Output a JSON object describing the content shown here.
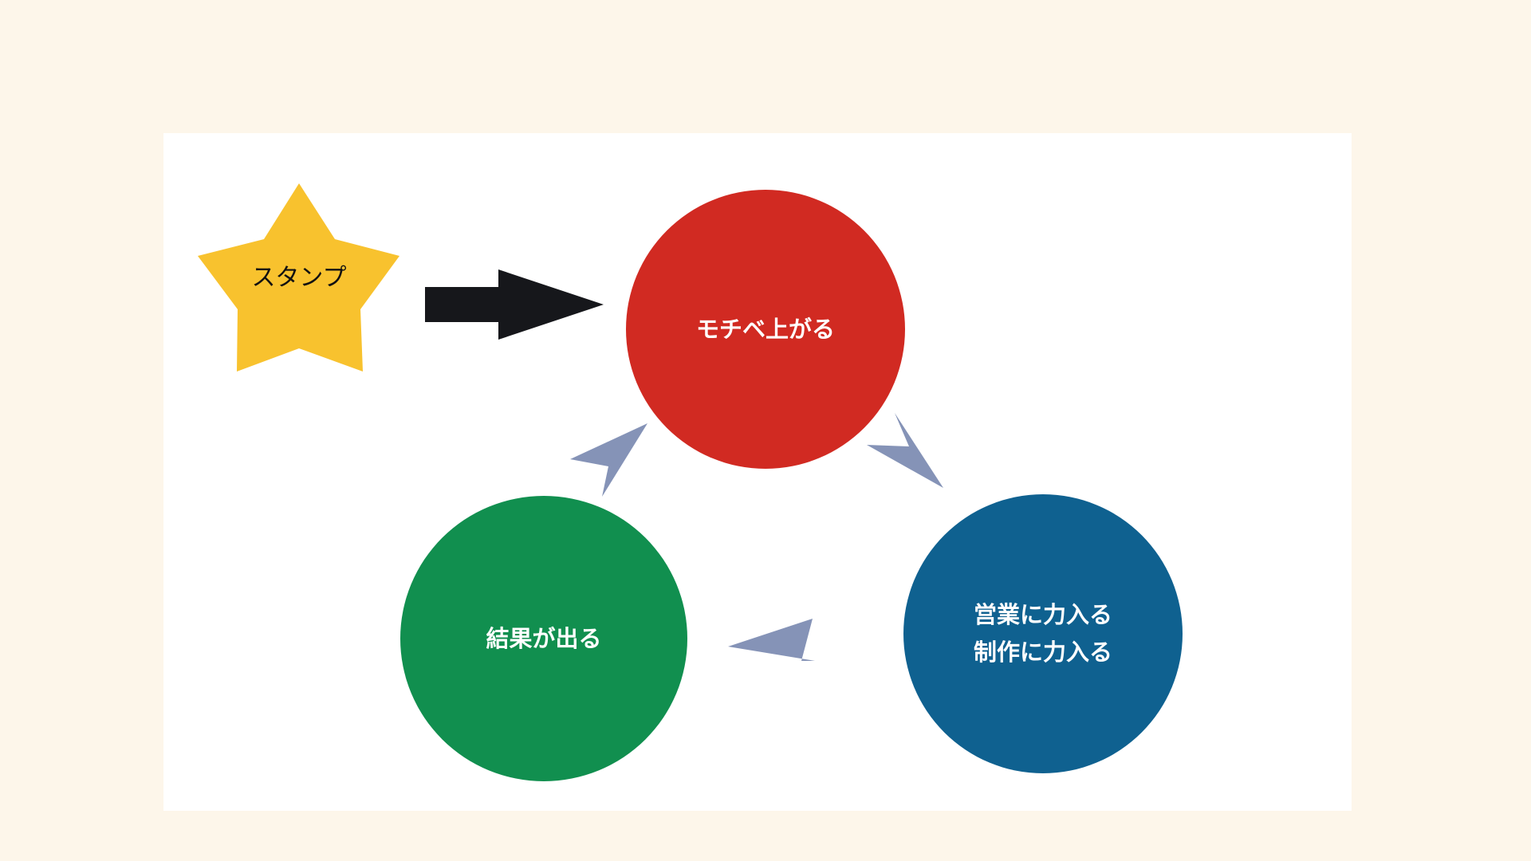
{
  "colors": {
    "background": "#fdf6ea",
    "panel": "#ffffff",
    "star": "#f8c22e",
    "arrow_black": "#16171b",
    "arrow_cycle": "#8593b7"
  },
  "stamp": {
    "label": "スタンプ",
    "icon": "star"
  },
  "cycle": [
    {
      "id": "motivation",
      "label": "モチベ上がる",
      "color": "#d12a22"
    },
    {
      "id": "sales",
      "label": "営業に力入る\n制作に力入る",
      "color": "#0f6190"
    },
    {
      "id": "results",
      "label": "結果が出る",
      "color": "#118f4f"
    }
  ]
}
